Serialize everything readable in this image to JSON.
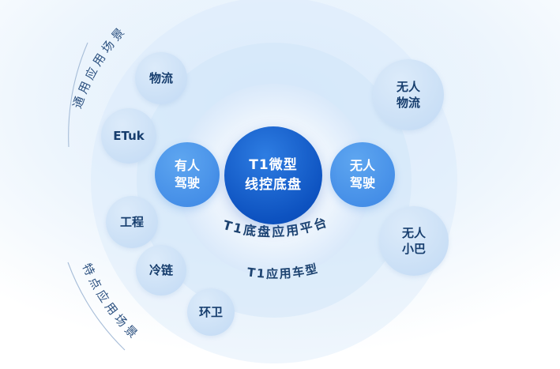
{
  "nodes": {
    "center": {
      "line1": "T1微型",
      "line2": "线控底盘"
    },
    "manned": {
      "line1": "有人",
      "line2": "驾驶"
    },
    "unmanned": {
      "line1": "无人",
      "line2": "驾驶"
    },
    "logistics": {
      "label": "物流"
    },
    "etuk": {
      "label": "ETuk"
    },
    "engineering": {
      "label": "工程"
    },
    "cold_chain": {
      "label": "冷链"
    },
    "sanitation": {
      "label": "环卫"
    },
    "unmanned_logistics": {
      "line1": "无人",
      "line2": "物流"
    },
    "unmanned_minibus": {
      "line1": "无人",
      "line2": "小巴"
    }
  },
  "arcs": {
    "top_left": "通用应用场景",
    "bottom_left": "特点应用场景",
    "platform": "T1底盘应用平台",
    "models": "T1应用车型"
  },
  "colors": {
    "center_circle": "#0d52c0",
    "driver_circle": "#4494eb",
    "satellite_circle": "#c9def6",
    "label_navy": "#1d4370",
    "halo_blue": "#d9e9f9"
  }
}
